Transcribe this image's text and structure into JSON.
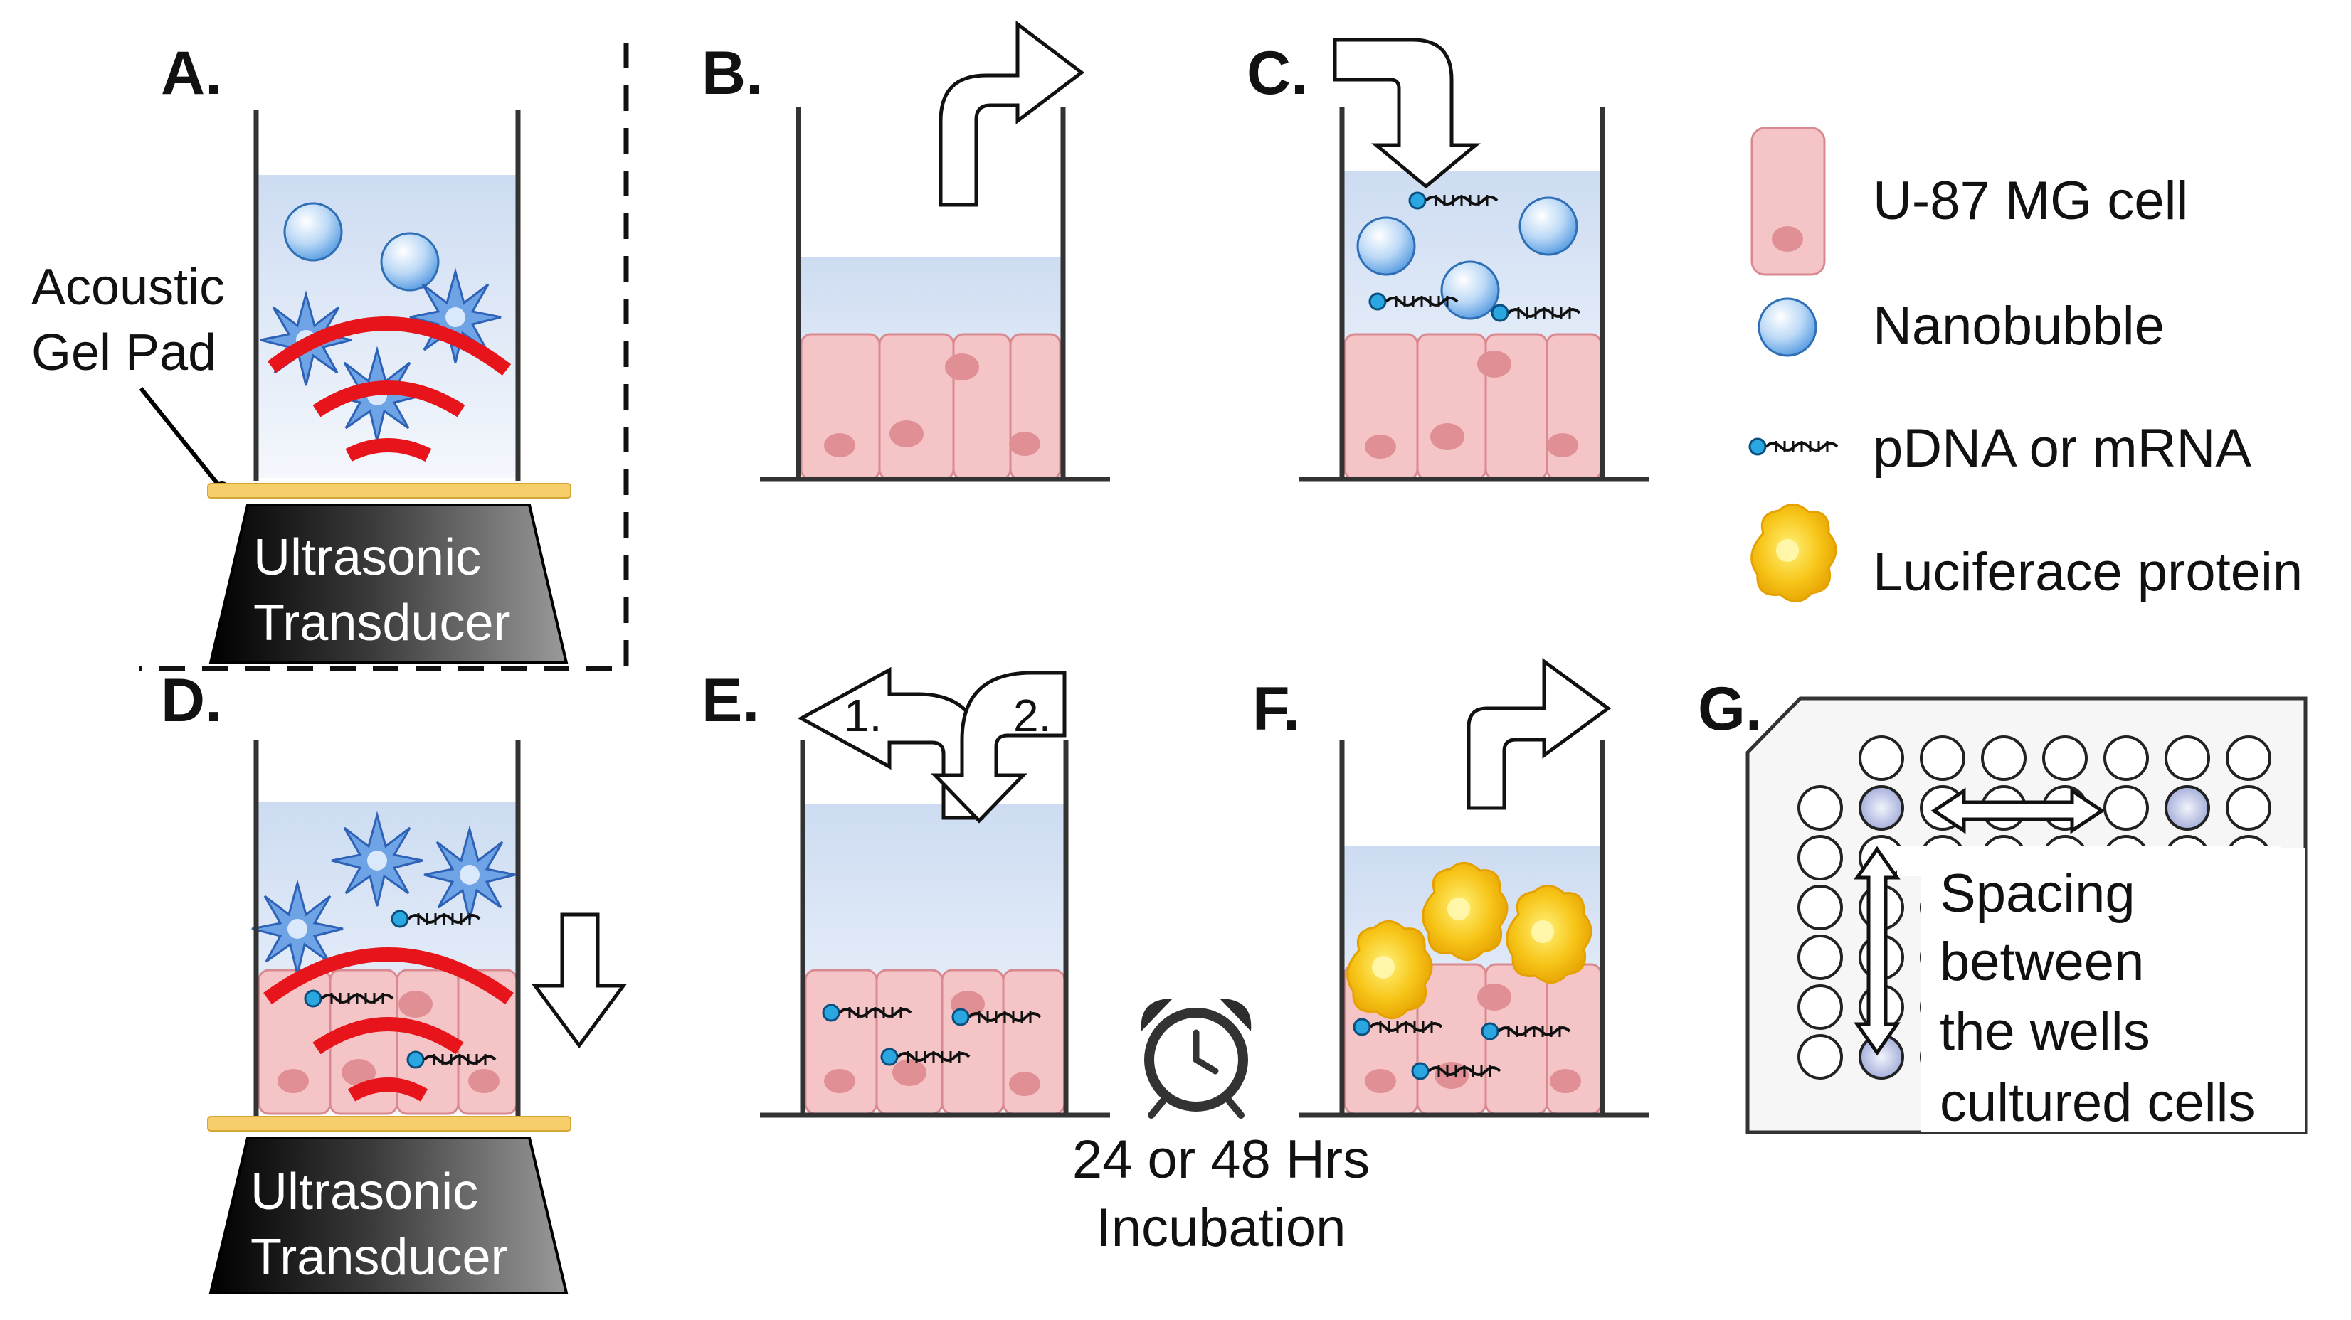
{
  "panels": {
    "a": "A.",
    "b": "B.",
    "c": "C.",
    "d": "D.",
    "e": "E.",
    "f": "F.",
    "g": "G."
  },
  "labels": {
    "gel_pad_line1": "Acoustic",
    "gel_pad_line2": "Gel Pad",
    "transducer_line1": "Ultrasonic",
    "transducer_line2": "Transducer",
    "step1": "1.",
    "step2": "2.",
    "incubation_line1": "24 or 48 Hrs",
    "incubation_line2": "Incubation",
    "spacing_line1": "Spacing",
    "spacing_line2": "between",
    "spacing_line3": "the wells",
    "spacing_line4": "cultured cells"
  },
  "legend": {
    "cell": "U-87 MG cell",
    "nanobubble": "Nanobubble",
    "nucleic": "pDNA or mRNA",
    "protein": "Luciferace protein"
  },
  "icons": [
    "nanobubble-icon",
    "burst-icon",
    "ultrasound-wave-icon",
    "nucleic-acid-icon",
    "luciferase-protein-icon",
    "alarm-clock-icon",
    "arrow-icon"
  ],
  "colors": {
    "cell_fill": "#f4c4c6",
    "cell_nucleus": "#e08f95",
    "medium": "#dfe8f6",
    "wave": "#e8141b",
    "gel_pad": "#f7cf6a",
    "transducer": "#2d2d2d",
    "burst": "#5b95e0",
    "protein": "#f5bf14"
  }
}
